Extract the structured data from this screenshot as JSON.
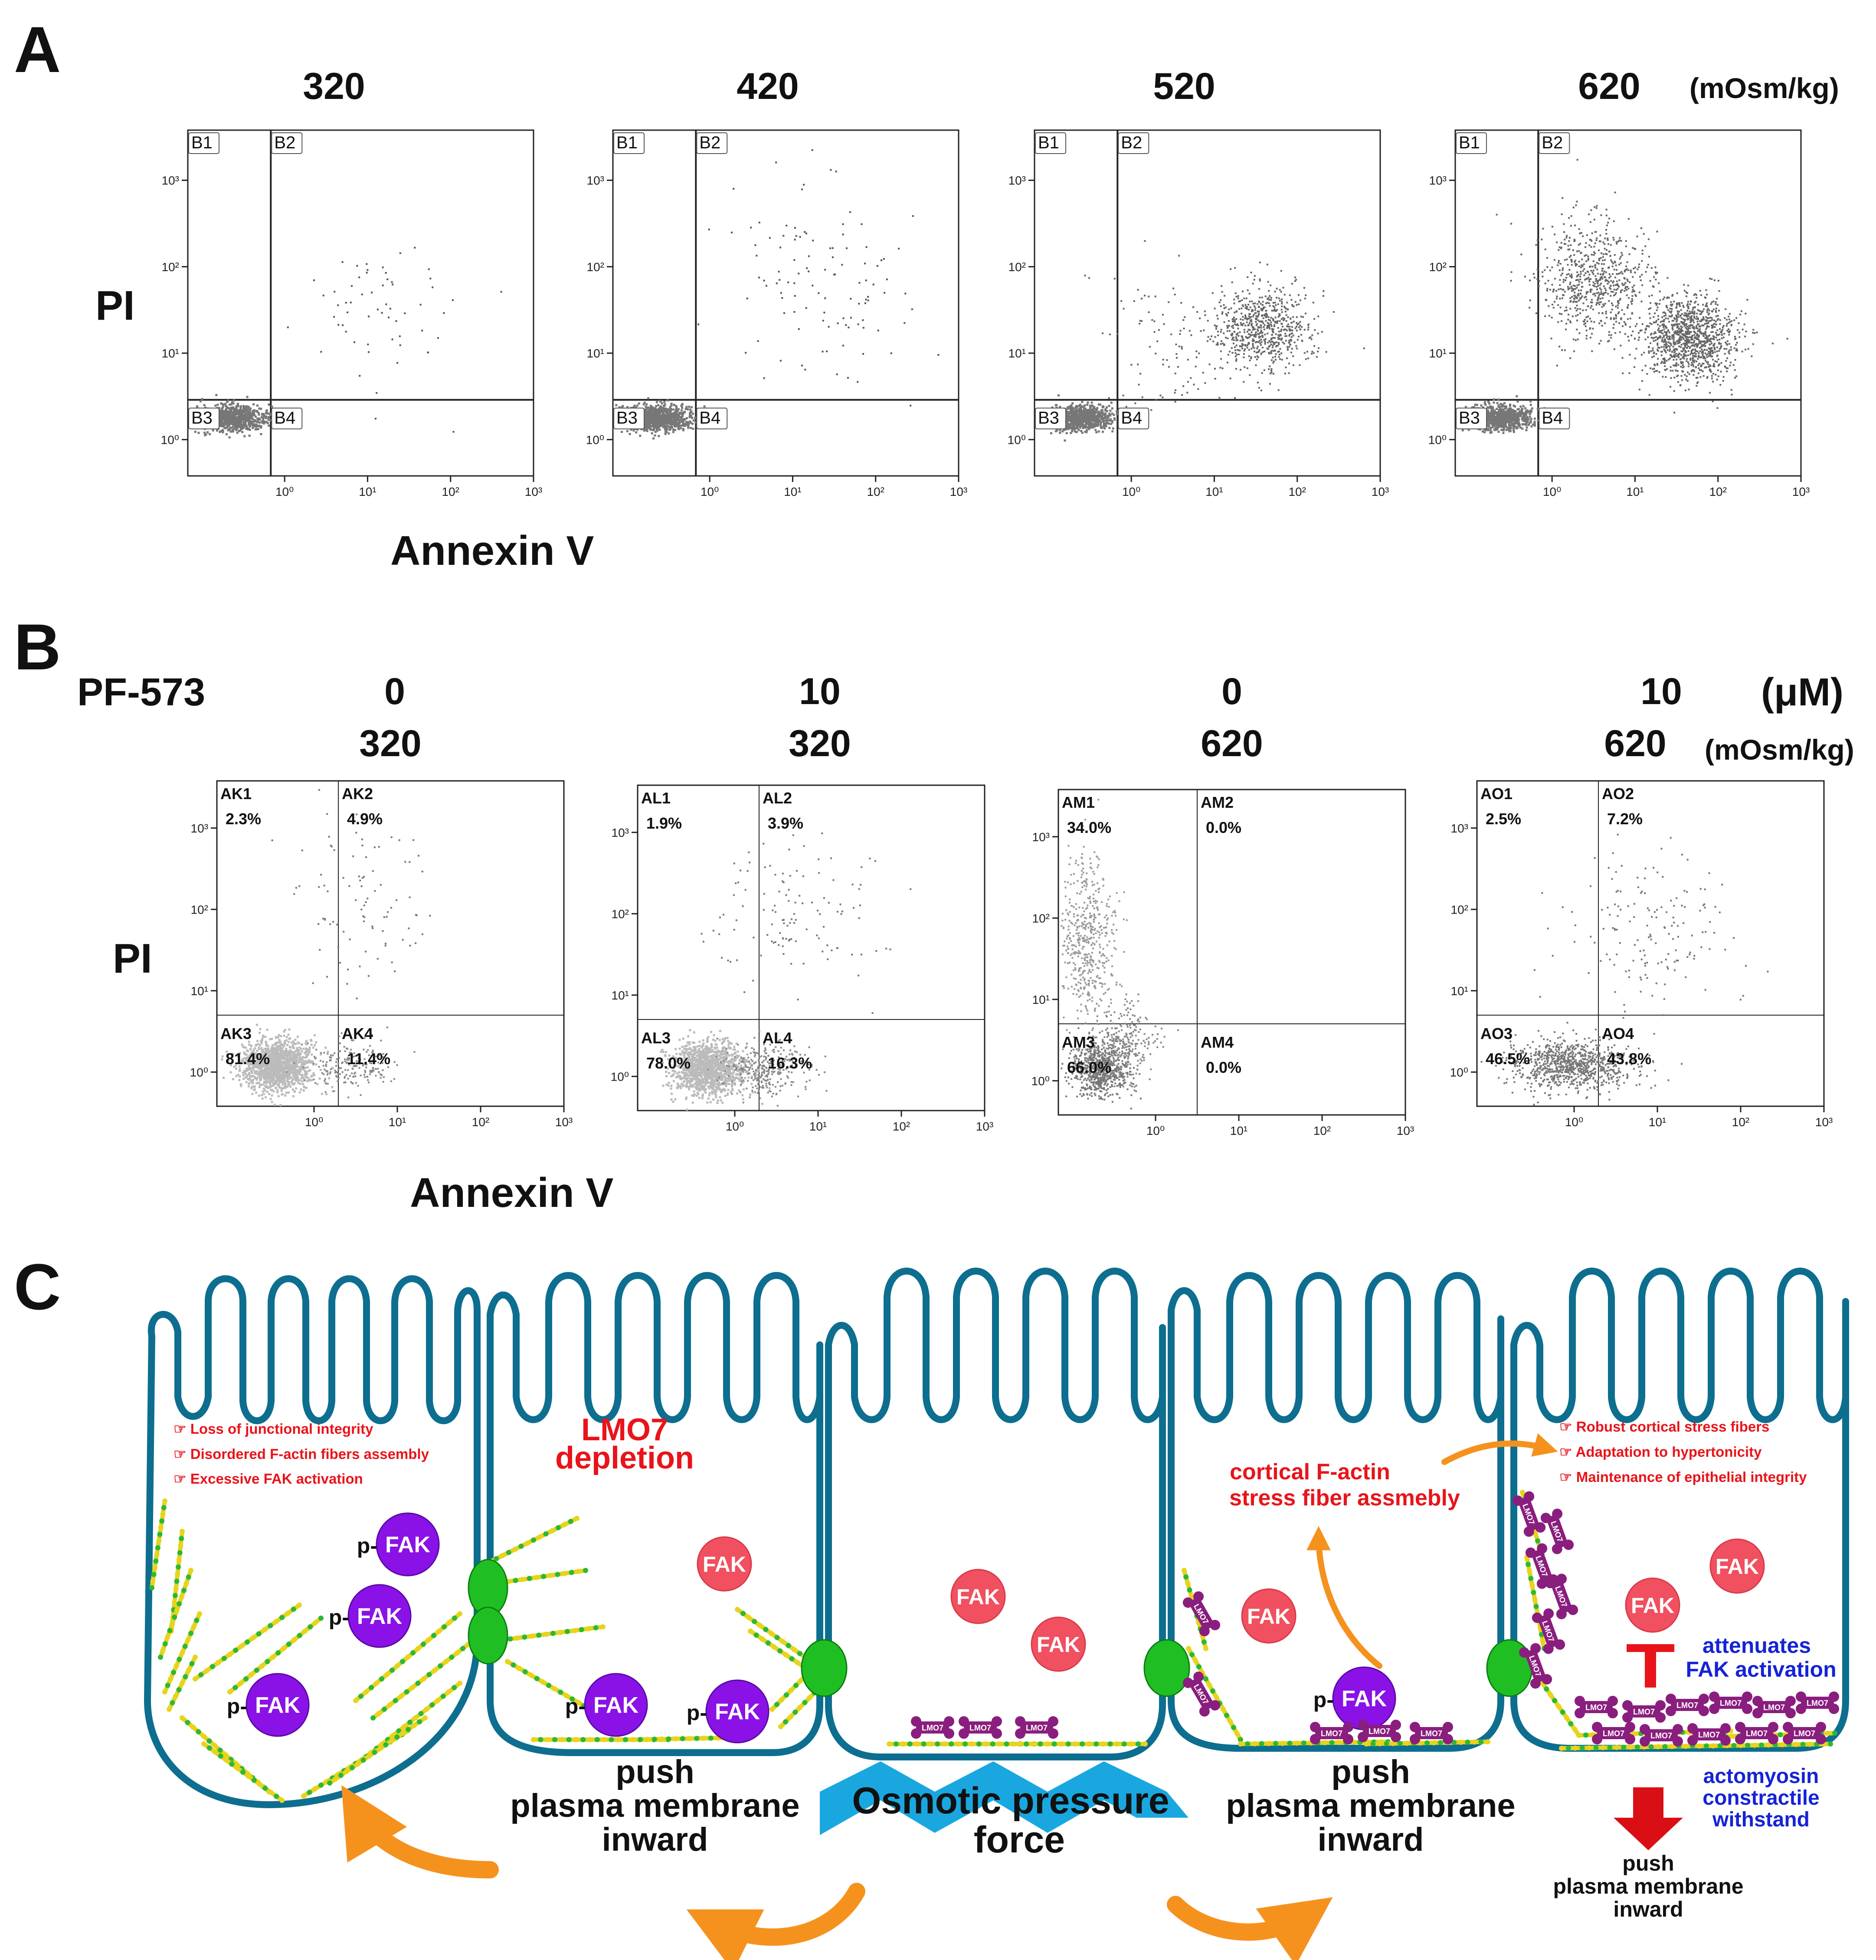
{
  "panel_a": {
    "letter": "A",
    "unit": "(mOsm/kg)",
    "y_label": "PI",
    "x_label": "Annexin V",
    "plots": [
      {
        "condition": "320",
        "gates": [
          "B1",
          "B2",
          "B3",
          "B4"
        ]
      },
      {
        "condition": "420",
        "gates": [
          "B1",
          "B2",
          "B3",
          "B4"
        ]
      },
      {
        "condition": "520",
        "gates": [
          "B1",
          "B2",
          "B3",
          "B4"
        ]
      },
      {
        "condition": "620",
        "gates": [
          "B1",
          "B2",
          "B3",
          "B4"
        ]
      }
    ]
  },
  "panel_b": {
    "letter": "B",
    "drug": "PF-573",
    "dose_unit": "(μM)",
    "osm_unit": "(mOsm/kg)",
    "y_label": "PI",
    "x_label": "Annexin V",
    "plots": [
      {
        "dose": "0",
        "osm": "320",
        "gates": [
          "AK1",
          "AK2",
          "AK3",
          "AK4"
        ],
        "pct": [
          "2.3%",
          "4.9%",
          "81.4%",
          "11.4%"
        ]
      },
      {
        "dose": "10",
        "osm": "320",
        "gates": [
          "AL1",
          "AL2",
          "AL3",
          "AL4"
        ],
        "pct": [
          "1.9%",
          "3.9%",
          "78.0%",
          "16.3%"
        ]
      },
      {
        "dose": "0",
        "osm": "620",
        "gates": [
          "AM1",
          "AM2",
          "AM3",
          "AM4"
        ],
        "pct": [
          "34.0%",
          "0.0%",
          "66.0%",
          "0.0%"
        ]
      },
      {
        "dose": "10",
        "osm": "620",
        "gates": [
          "AO1",
          "AO2",
          "AO3",
          "AO4"
        ],
        "pct": [
          "2.5%",
          "7.2%",
          "46.5%",
          "43.8%"
        ]
      }
    ]
  },
  "axis_ticks": [
    "10⁰",
    "10¹",
    "10²",
    "10³"
  ],
  "panel_c": {
    "letter": "C",
    "left_bullets": [
      "☞ Loss of junctional integrity",
      "☞ Disordered F-actin fibers assembly",
      "☞ Excessive FAK activation"
    ],
    "right_bullets": [
      "☞ Robust cortical stress fibers",
      "☞ Adaptation to hypertonicity",
      "☞ Maintenance of epithelial integrity"
    ],
    "lmo7_depletion": [
      "LMO7",
      "depletion"
    ],
    "cortical": [
      "cortical F-actin",
      "stress fiber assmebly"
    ],
    "attenuates": [
      "attenuates",
      "FAK activation"
    ],
    "actomyosin": [
      "actomyosin",
      "constractile",
      "withstand"
    ],
    "push_left": [
      "push",
      "plasma membrane",
      "inward"
    ],
    "push_right": [
      "push",
      "plasma membrane",
      "inward"
    ],
    "push_small": [
      "push",
      "plasma membrane",
      "inward"
    ],
    "osmotic": [
      "Osmotic pressure",
      "force"
    ],
    "fak": "FAK",
    "pfak": "p-FAK",
    "lmo7": "LMO7",
    "colors": {
      "membrane": "#0d6e8f",
      "red_text": "#e8141a",
      "blue_text": "#1523d6",
      "fak": "#f0505f",
      "pfak": "#8a12e6",
      "junction": "#1fbf24",
      "lmo7": "#8a1e7e",
      "orange": "#f5921e",
      "cyan": "#1aa7e0"
    }
  }
}
